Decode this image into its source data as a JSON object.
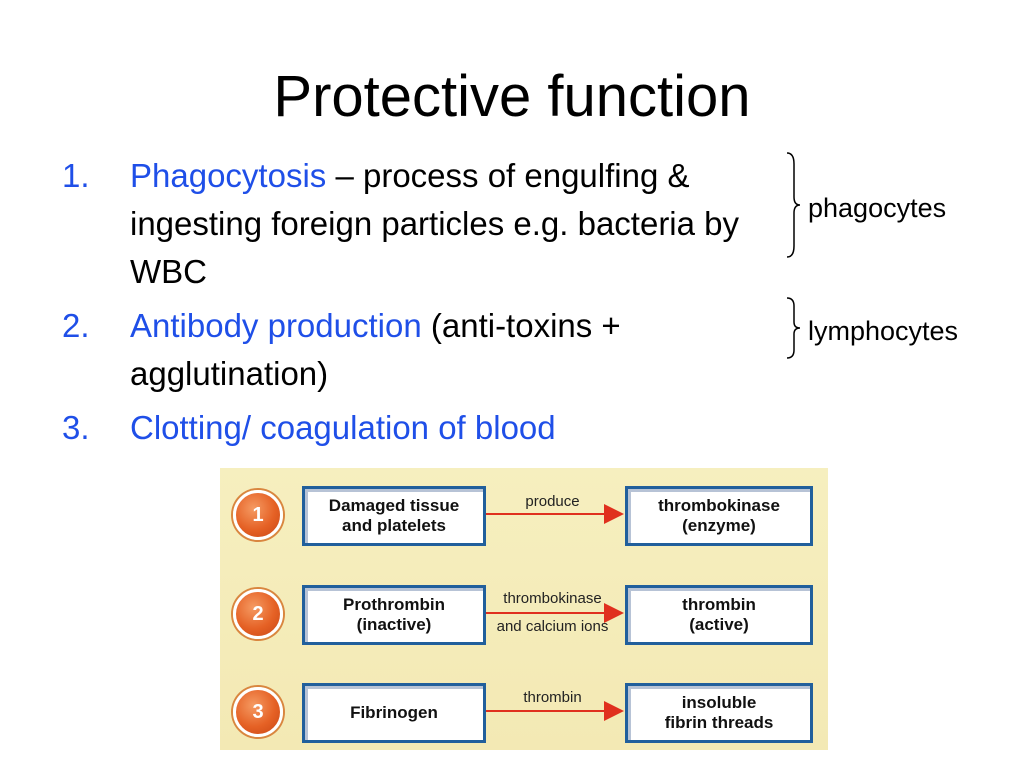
{
  "title": "Protective function",
  "list": [
    {
      "num": "1.",
      "highlight": "Phagocytosis",
      "rest": " – process of engulfing & ingesting foreign particles e.g. bacteria by WBC"
    },
    {
      "num": "2.",
      "highlight": "Antibody production",
      "rest": " (anti-toxins + agglutination)"
    },
    {
      "num": "3.",
      "highlight": "Clotting/ coagulation of blood",
      "rest": ""
    }
  ],
  "side_labels": {
    "phagocytes": "phagocytes",
    "lymphocytes": "lymphocytes"
  },
  "diagram": {
    "steps": [
      {
        "n": "1",
        "from_line1": "Damaged tissue",
        "from_line2": "and platelets",
        "via_line1": "produce",
        "via_line2": "",
        "to_line1": "thrombokinase",
        "to_line2": "(enzyme)"
      },
      {
        "n": "2",
        "from_line1": "Prothrombin",
        "from_line2": "(inactive)",
        "via_line1": "thrombokinase",
        "via_line2": "and calcium ions",
        "to_line1": "thrombin",
        "to_line2": "(active)"
      },
      {
        "n": "3",
        "from_line1": "Fibrinogen",
        "from_line2": "",
        "via_line1": "thrombin",
        "via_line2": "",
        "to_line1": "insoluble",
        "to_line2": "fibrin threads"
      }
    ]
  },
  "colors": {
    "highlight": "#1f4fe8",
    "panel": "#f4ebb7",
    "box_border": "#215f9c",
    "arrow": "#e0301e",
    "circle": "#e56125"
  }
}
